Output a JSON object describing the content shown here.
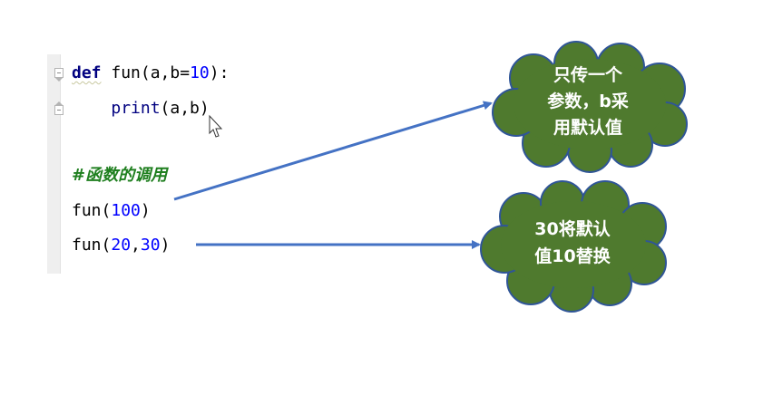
{
  "code": {
    "line1": {
      "kw": "def",
      "name": " fun",
      "open": "(a,b=",
      "num": "10",
      "close": "):"
    },
    "line2": {
      "indent": "    ",
      "builtin": "print",
      "args": "(a,b)"
    },
    "line3": {
      "comment": "#函数的调用"
    },
    "line4": {
      "name": "fun",
      "open": "(",
      "num": "100",
      "close": ")"
    },
    "line5": {
      "name": "fun",
      "open": "(",
      "num1": "20",
      "sep": ",",
      "num2": "30",
      "close": ")"
    }
  },
  "callouts": [
    {
      "text": "只传一个\n参数，b采\n用默认值"
    },
    {
      "text": "30将默认\n值10替换"
    }
  ],
  "colors": {
    "cloud_fill": "#4f7a2e",
    "cloud_stroke": "#2f5597",
    "arrow": "#4472c4"
  },
  "icons": {
    "cursor": "mouse-pointer-icon",
    "fold": "code-fold-icon"
  }
}
